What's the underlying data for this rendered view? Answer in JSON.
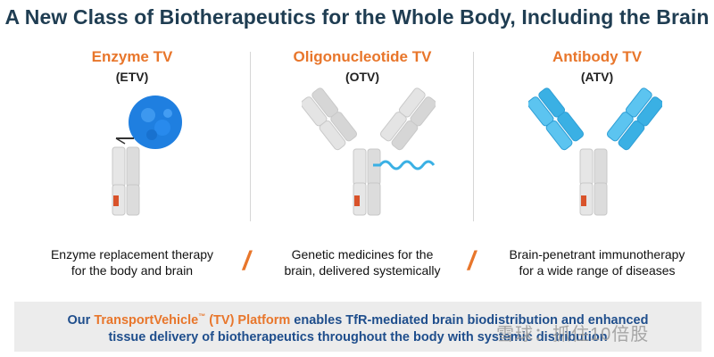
{
  "title": "A New Class of Biotherapeutics for the Whole Body, Including the Brain",
  "columns": [
    {
      "name": "Enzyme TV",
      "abbr": "(ETV)",
      "desc_line1": "Enzyme replacement therapy",
      "desc_line2": "for the body and brain"
    },
    {
      "name": "Oligonucleotide TV",
      "abbr": "(OTV)",
      "desc_line1": "Genetic medicines for the",
      "desc_line2": "brain, delivered systemically"
    },
    {
      "name": "Antibody TV",
      "abbr": "(ATV)",
      "desc_line1": "Brain-penetrant immunotherapy",
      "desc_line2": "for a wide range of diseases"
    }
  ],
  "separator": "/",
  "banner": {
    "prefix": "Our ",
    "brand": "TransportVehicle",
    "tm": "™",
    "brand_suffix": " (TV) Platform",
    "line1_rest": " enables TfR-mediated brain biodistribution and enhanced",
    "line2": "tissue delivery of biotherapeutics throughout the body with systemic distribution"
  },
  "watermark": "雪球：抓住10倍股",
  "colors": {
    "accent": "#e8762b",
    "title": "#1f3d52",
    "banner_text": "#1f4e8c",
    "antibody_blue": "#3ab0e4",
    "enzyme_blue": "#1f7fe0"
  }
}
